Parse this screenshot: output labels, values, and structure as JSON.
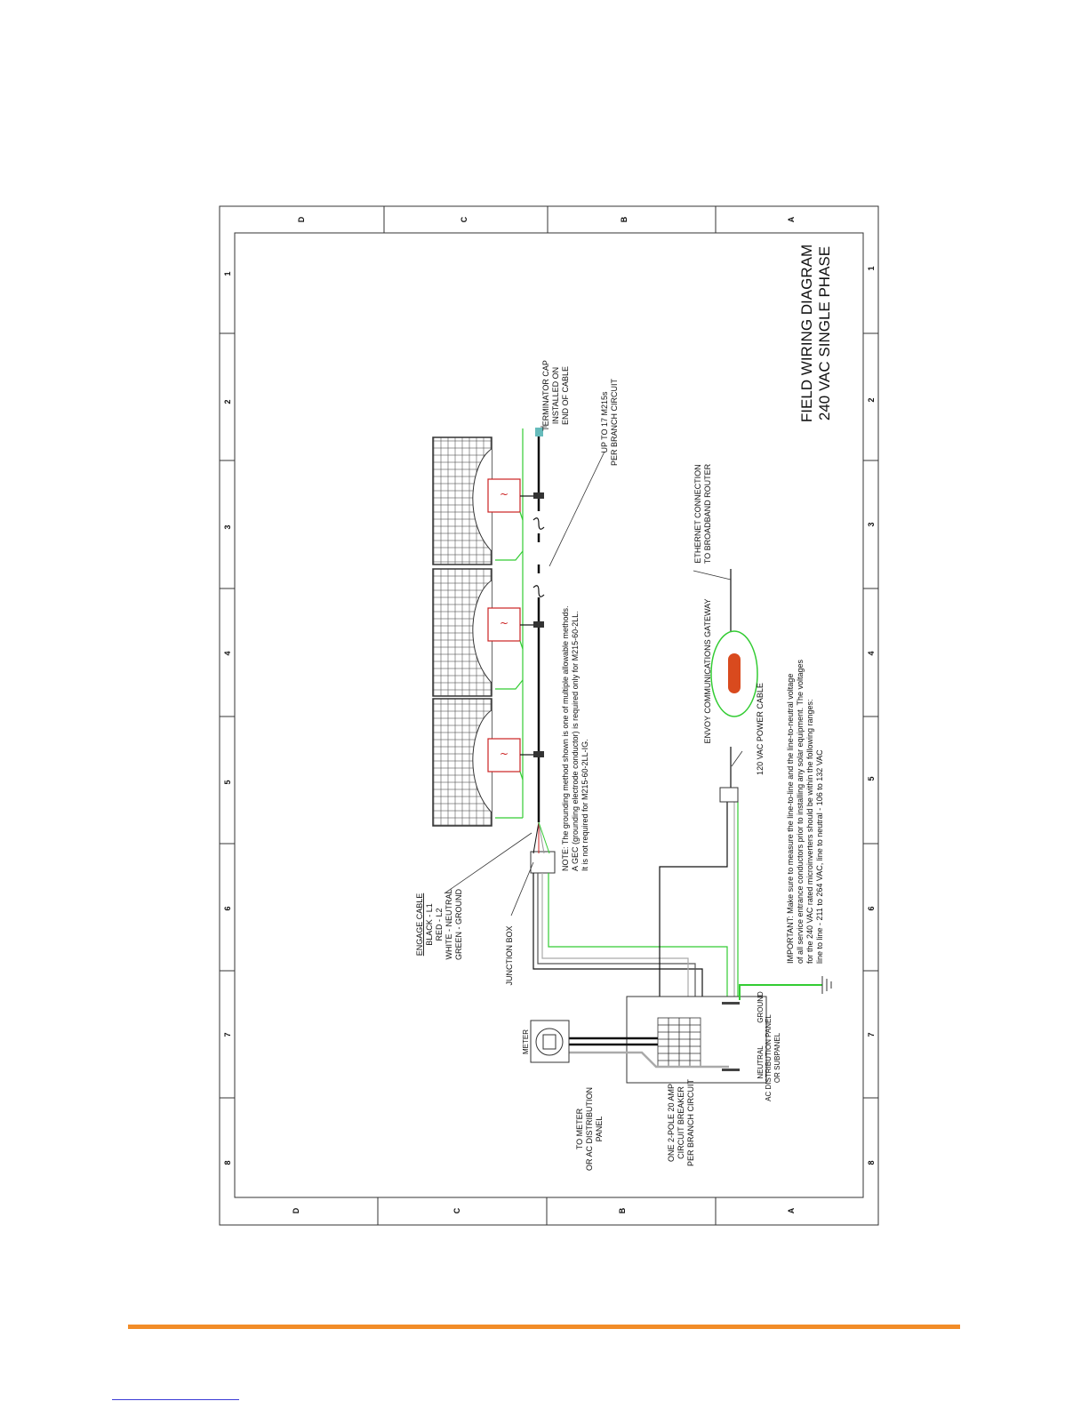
{
  "diagram": {
    "title_line1": "FIELD WIRING DIAGRAM",
    "title_line2": "240 VAC SINGLE PHASE",
    "zones_letters": [
      "D",
      "C",
      "B",
      "A"
    ],
    "zones_numbers": [
      "1",
      "2",
      "3",
      "4",
      "5",
      "6",
      "7",
      "8"
    ],
    "terminator_cap": [
      "TERMINATOR CAP",
      "INSTALLED ON",
      "END OF CABLE"
    ],
    "up_to": [
      "UP TO 17 M215s",
      "PER BRANCH CIRCUIT"
    ],
    "ethernet": [
      "ETHERNET CONNECTION",
      "TO BROADBAND ROUTER"
    ],
    "envoy": "ENVOY COMMUNICATIONS GATEWAY",
    "power_cable": "120 VAC POWER CABLE",
    "note": [
      "NOTE: The grounding method shown is one of multiple allowable methods.",
      "A GEC (grounding electrode conductor) is required only for M215-60-2LL.",
      "It is not required for M215-60-2LL-IG."
    ],
    "important": [
      "IMPORTANT: Make sure to measure the line-to-line and the line-to-neutral voltage",
      "of all service entrance conductors prior to installing any solar equipment. The voltages",
      "for the 240 VAC rated microinverters should be within the following ranges:",
      "line to line - 211 to 264 VAC, line to neutral - 106 to 132 VAC"
    ],
    "engage_cable": [
      "ENGAGE CABLE",
      "BLACK - L1",
      "RED - L2",
      "WHITE - NEUTRAL",
      "GREEN - GROUND"
    ],
    "junction_box": "JUNCTION BOX",
    "meter": "METER",
    "to_meter": [
      "TO METER",
      "OR AC DISTRIBUTION",
      "PANEL"
    ],
    "breaker": [
      "ONE 2-POLE 20 AMP",
      "CIRCUIT BREAKER",
      "PER BRANCH CIRCUIT"
    ],
    "neutral": "NEUTRAL",
    "ground": "GROUND",
    "panel": [
      "AC DISTRIBUTION PANEL",
      "OR SUBPANEL"
    ]
  },
  "colors": {
    "accent_rule": "#f28c28",
    "ground_wire": "#33cc33",
    "microinverter": "#cc2222",
    "envoy_fill": "#d94a1e"
  }
}
